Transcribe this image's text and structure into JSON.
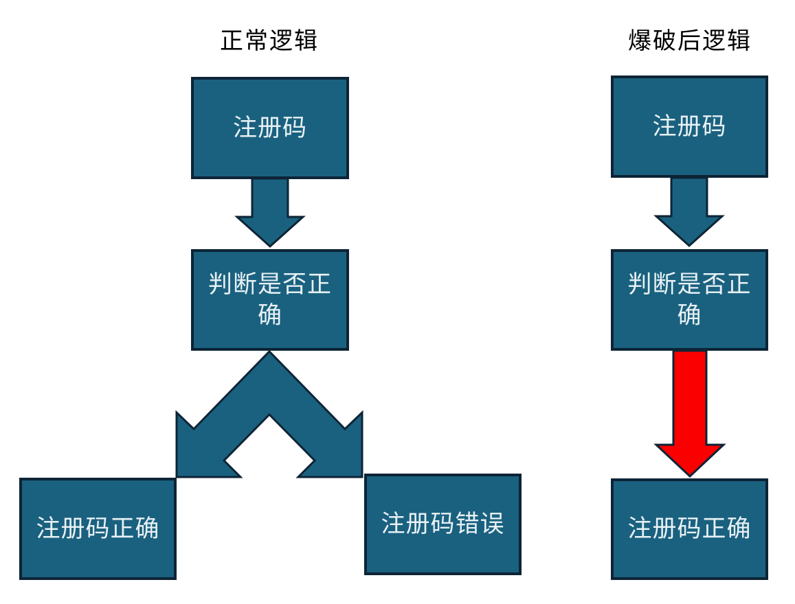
{
  "colors": {
    "page_bg": "#FFFFFF",
    "shape_fill": "#1A617F",
    "shape_border": "#0D2436",
    "highlight_fill": "#FA0000",
    "node_text": "#E8F1F5",
    "title_text": "#000000"
  },
  "left_flow": {
    "title": "正常逻辑",
    "nodes": {
      "input": "注册码",
      "decision": "判断是否正确",
      "result_correct": "注册码正确",
      "result_wrong": "注册码错误"
    }
  },
  "right_flow": {
    "title": "爆破后逻辑",
    "nodes": {
      "input": "注册码",
      "decision": "判断是否正确",
      "result_correct": "注册码正确"
    }
  }
}
